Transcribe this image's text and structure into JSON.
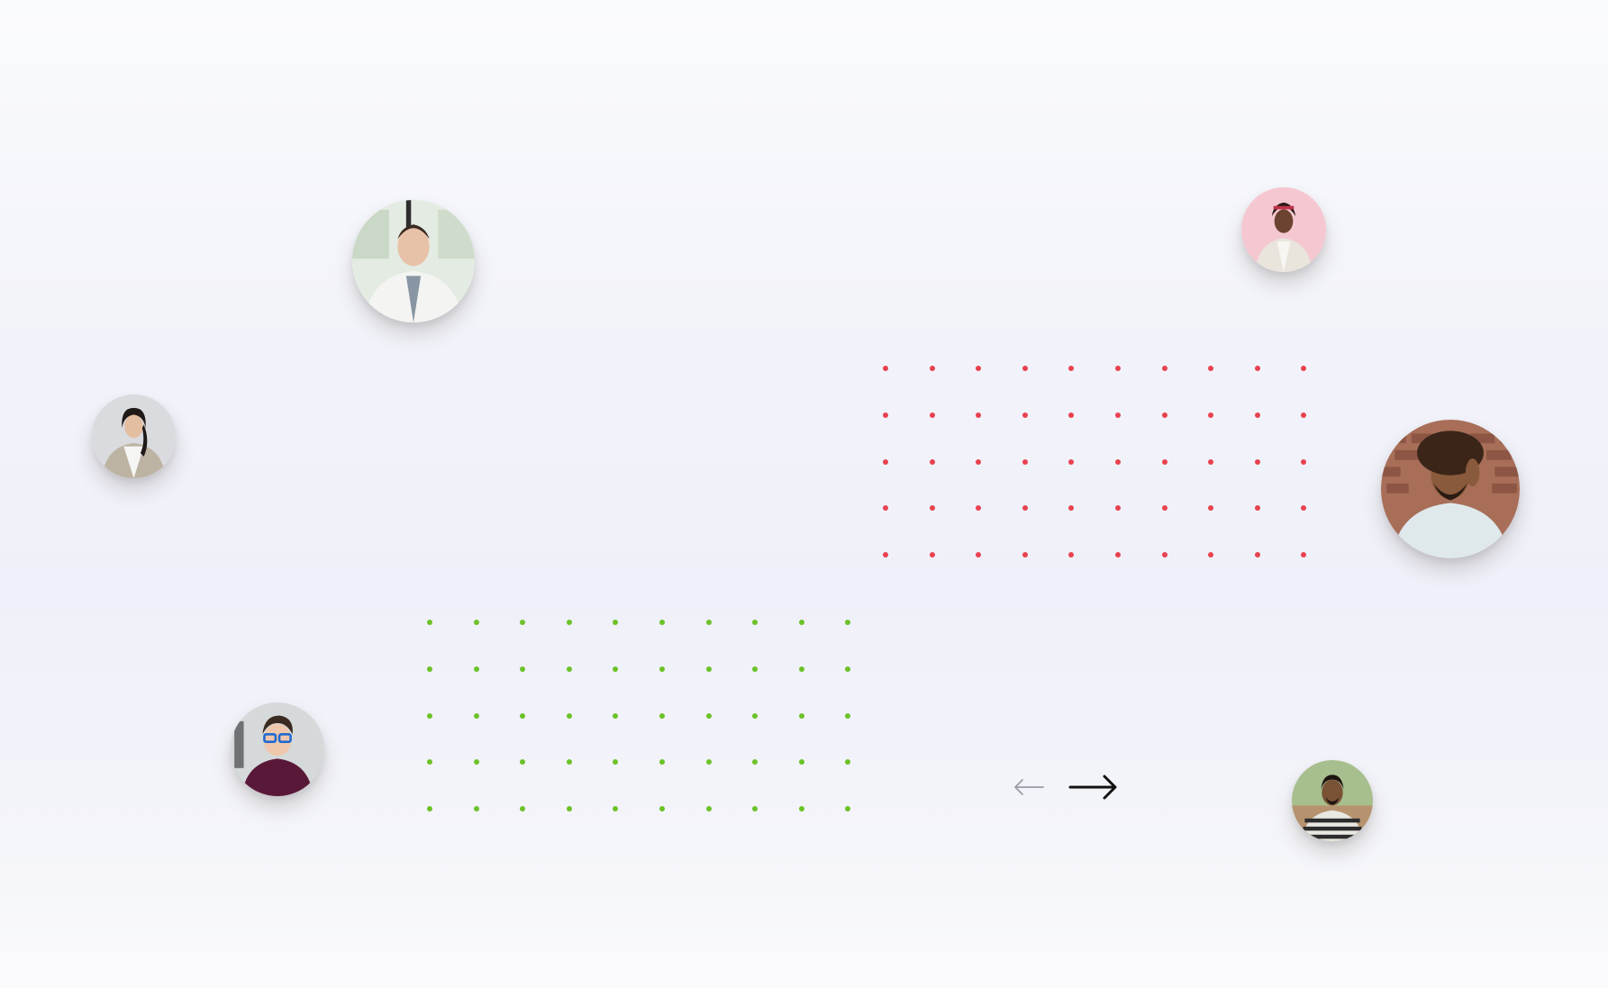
{
  "colors": {
    "red_dots": "#e8424f",
    "green_dots": "#6cc228",
    "arrow_prev": "#9a9ca6",
    "arrow_next": "#111111"
  },
  "red_grid": {
    "rows": 5,
    "cols": 10
  },
  "green_grid": {
    "rows": 5,
    "cols": 10
  },
  "avatars": [
    {
      "name": "avatar-woman-lab-coat",
      "bg": "#dfe6de"
    },
    {
      "name": "avatar-woman-pink-background",
      "bg": "#f5c5d0"
    },
    {
      "name": "avatar-woman-cardigan",
      "bg": "#d8d9dc"
    },
    {
      "name": "avatar-man-curly-hair",
      "bg": "#9a6a55"
    },
    {
      "name": "avatar-man-glasses",
      "bg": "#d6d9da"
    },
    {
      "name": "avatar-man-striped-shirt",
      "bg": "#a9c28f"
    }
  ],
  "nav": {
    "prev_icon": "arrow-left-icon",
    "next_icon": "arrow-right-icon"
  }
}
